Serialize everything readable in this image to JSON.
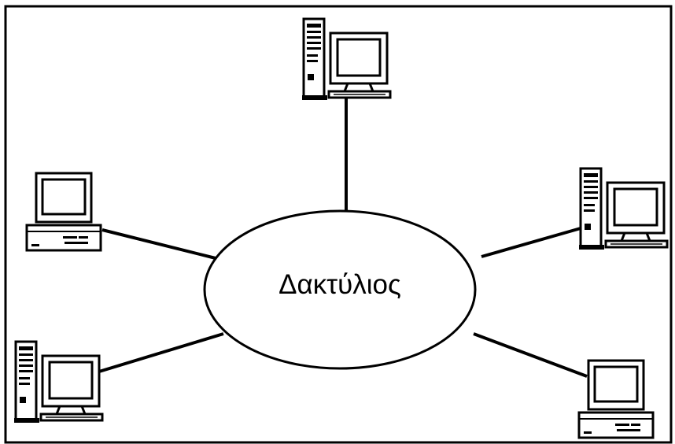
{
  "diagram": {
    "center_label": "Δακτύλιος",
    "nodes": [
      {
        "id": "top",
        "kind": "tower-monitor"
      },
      {
        "id": "left-upper",
        "kind": "desktop-monitor"
      },
      {
        "id": "right-upper",
        "kind": "tower-monitor"
      },
      {
        "id": "left-lower",
        "kind": "tower-monitor"
      },
      {
        "id": "right-lower",
        "kind": "desktop-monitor"
      }
    ]
  }
}
